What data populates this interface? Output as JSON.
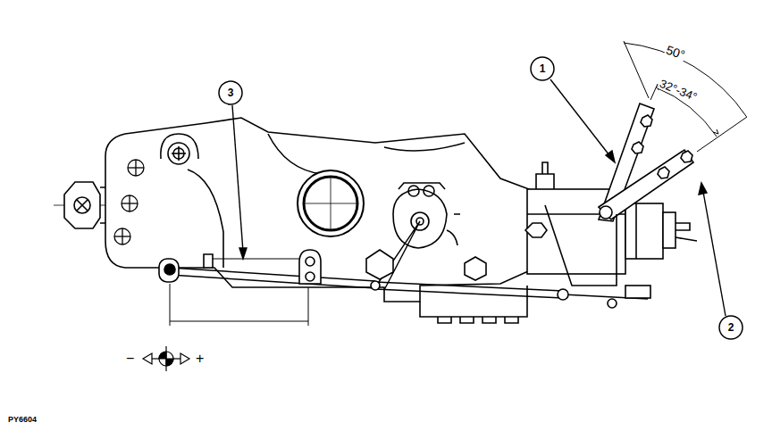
{
  "diagram": {
    "nodes": [
      {
        "text": [
          "3"
        ]
      },
      {
        "text": [
          "1"
        ]
      },
      {
        "text": [
          "2"
        ]
      }
    ],
    "labels": [
      "50°",
      "32°-34°",
      "−",
      "+",
      "PY6604"
    ]
  }
}
